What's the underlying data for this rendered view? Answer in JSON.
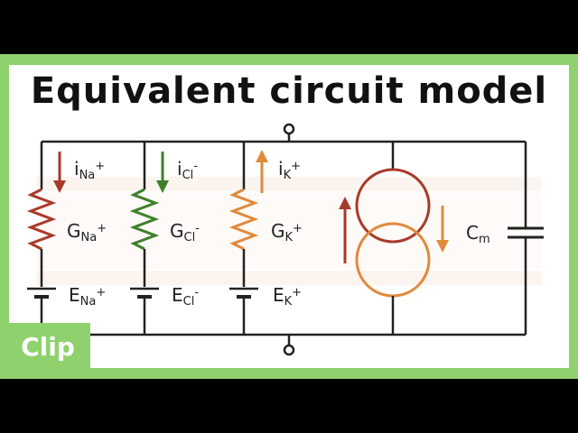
{
  "title": "Equivalent circuit model",
  "badge": "Clip",
  "branches": [
    {
      "current": "i",
      "current_sub": "Na",
      "current_sup": "+",
      "conductance": "G",
      "conductance_sub": "Na",
      "conductance_sup": "+",
      "battery": "E",
      "battery_sub": "Na",
      "battery_sup": "+",
      "color": "#a83a2c"
    },
    {
      "current": "i",
      "current_sub": "Cl",
      "current_sup": "-",
      "conductance": "G",
      "conductance_sub": "Cl",
      "conductance_sup": "-",
      "battery": "E",
      "battery_sub": "Cl",
      "battery_sup": "-",
      "color": "#3e7f2c"
    },
    {
      "current": "i",
      "current_sub": "K",
      "current_sup": "+",
      "conductance": "G",
      "conductance_sub": "K",
      "conductance_sup": "+",
      "battery": "E",
      "battery_sub": "K",
      "battery_sup": "+",
      "color": "#e08a3c"
    }
  ],
  "capacitor": {
    "label": "C",
    "sub": "m"
  },
  "colors": {
    "wire": "#222222",
    "frame": "#8fd16c",
    "pump_top": "#a83a2c",
    "pump_bottom": "#e08a3c"
  }
}
